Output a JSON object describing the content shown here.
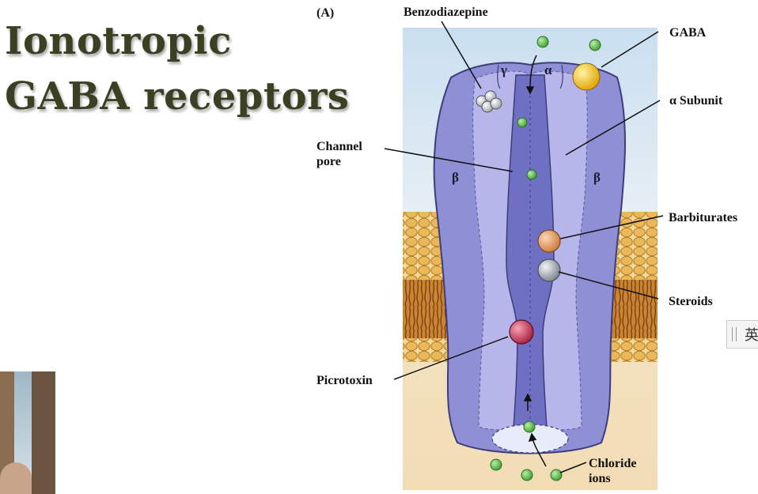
{
  "slide": {
    "title_line1": "Ionotropic",
    "title_line2": "GABA receptors"
  },
  "diagram": {
    "panel": "(A)",
    "labels": {
      "benzodiazepine": "Benzodiazepine",
      "gaba": "GABA",
      "alpha_subunit": "α Subunit",
      "channel_pore_line1": "Channel",
      "channel_pore_line2": "pore",
      "barbiturates": "Barbiturates",
      "steroids": "Steroids",
      "picrotoxin": "Picrotoxin",
      "chloride_line1": "Chloride",
      "chloride_line2": "ions"
    },
    "subunits": {
      "gamma": "γ",
      "alpha": "α",
      "beta_left": "β",
      "beta_right": "β"
    }
  },
  "ime_indicator": {
    "text": "英"
  },
  "colors": {
    "title": "#3c3f22",
    "receptor": "#8f8fd6",
    "receptor_light": "#c9c9ee",
    "pore": "#6f70c4",
    "chloride_ion": "#5dbb4a",
    "gaba_ligand": "#f0c020",
    "barbiturate": "#e8a36c",
    "steroid": "#9aa0aa",
    "picrotoxin": "#c23a55",
    "membrane_head": "#eab85a",
    "membrane_tail": "#9a5c1c"
  }
}
